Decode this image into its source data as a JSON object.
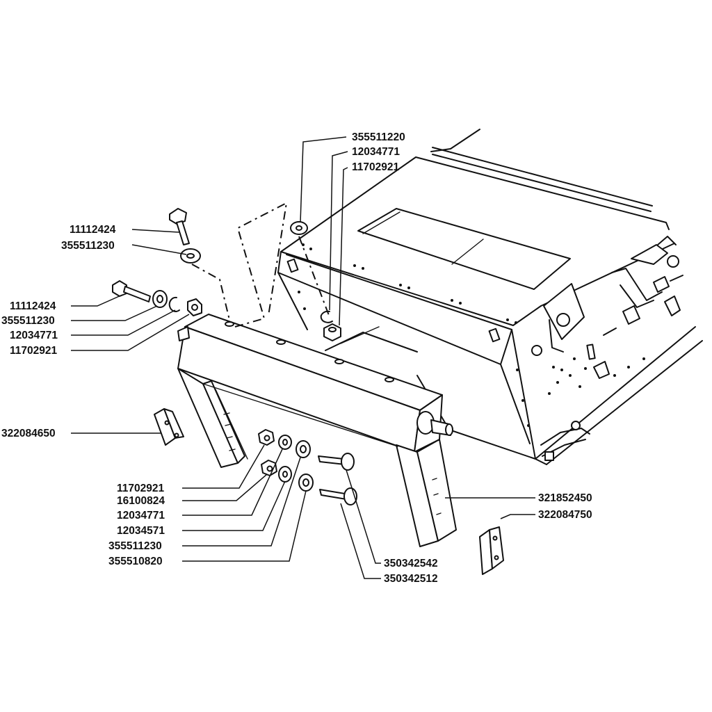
{
  "diagram": {
    "labels": {
      "top_washer": "355511220",
      "top_circlip": "12034771",
      "top_nut": "11702921",
      "bolt_upper": "11112424",
      "washer_upper": "355511230",
      "bolt_left": "11112424",
      "washer_left": "355511230",
      "circlip_left": "12034771",
      "nut_left": "11702921",
      "bracket_left": "322084650",
      "nut_lower": "11702921",
      "nut_lower_2": "16100824",
      "circlip_lower": "12034771",
      "lockwasher_lower": "12034571",
      "washer_lower": "355511230",
      "washer_lower_2": "355510820",
      "frame": "321852450",
      "bracket_right": "322084750",
      "pin_upper": "350342542",
      "pin_lower": "350342512"
    }
  }
}
